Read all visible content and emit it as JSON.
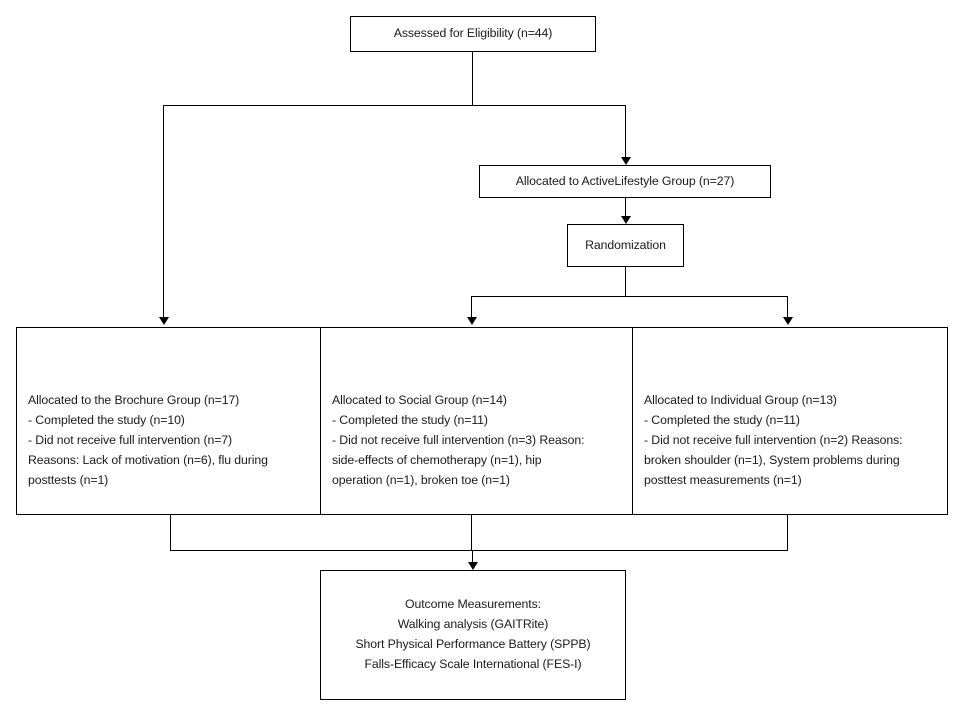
{
  "diagram": {
    "title": "CONSORT-style participant flow diagram",
    "background_color": "#ffffff",
    "line_color": "#000000",
    "text_color": "#1a1a1a"
  },
  "nodes": {
    "eligibility": {
      "label": "Assessed for Eligibility (n=44)"
    },
    "active_lifestyle": {
      "label": "Allocated to ActiveLifestyle Group (n=27)"
    },
    "randomization": {
      "label": "Randomization"
    },
    "brochure_group": {
      "label": "Allocated to the Brochure Group (n=17)\n- Completed the study (n=10)\n- Did not receive full intervention (n=7)\nReasons: Lack of motivation (n=6), flu during\nposttests (n=1)"
    },
    "social_group": {
      "label": "Allocated to Social Group (n=14)\n- Completed the study (n=11)\n- Did not receive full intervention (n=3) Reason:\nside-effects of chemotherapy (n=1), hip\noperation (n=1), broken toe (n=1)"
    },
    "individual_group": {
      "label": "Allocated to Individual Group (n=13)\n- Completed the study (n=11)\n- Did not receive full intervention (n=2) Reasons:\nbroken shoulder (n=1), System problems during\nposttest measurements (n=1)"
    },
    "outcome_measurements": {
      "label": "Outcome Measurements:\nWalking analysis (GAITRite)\nShort Physical Performance Battery (SPPB)\nFalls-Efficacy Scale International (FES-I)"
    }
  }
}
